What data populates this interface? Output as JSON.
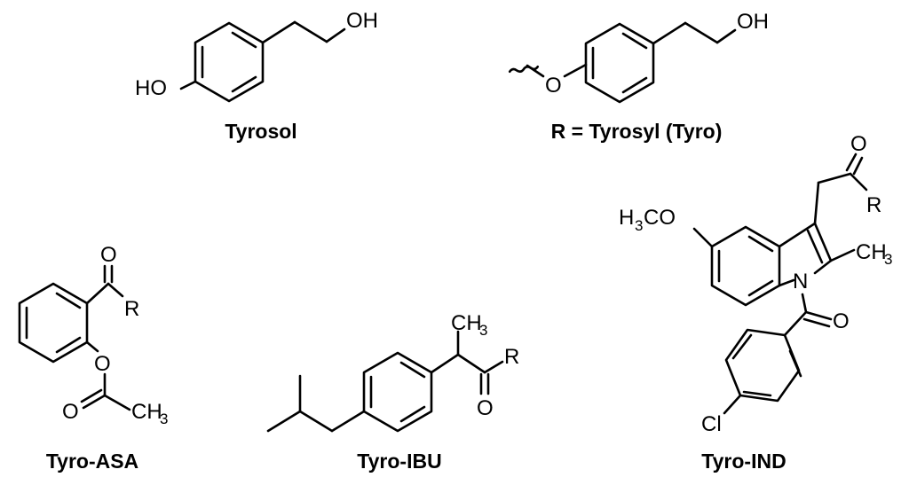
{
  "captions": {
    "tyrosol": "Tyrosol",
    "tyrosyl": "R = Tyrosyl (Tyro)",
    "asa": "Tyro-ASA",
    "ibu": "Tyro-IBU",
    "ind": "Tyro-IND"
  },
  "atoms": {
    "oh": "OH",
    "ho": "HO",
    "o": "O",
    "r": "R",
    "ch3_main": "CH",
    "ch3_sub": "3",
    "h3co_h": "H",
    "h3co_sub": "3",
    "h3co_rest": "CO",
    "n": "N",
    "cl": "Cl"
  }
}
